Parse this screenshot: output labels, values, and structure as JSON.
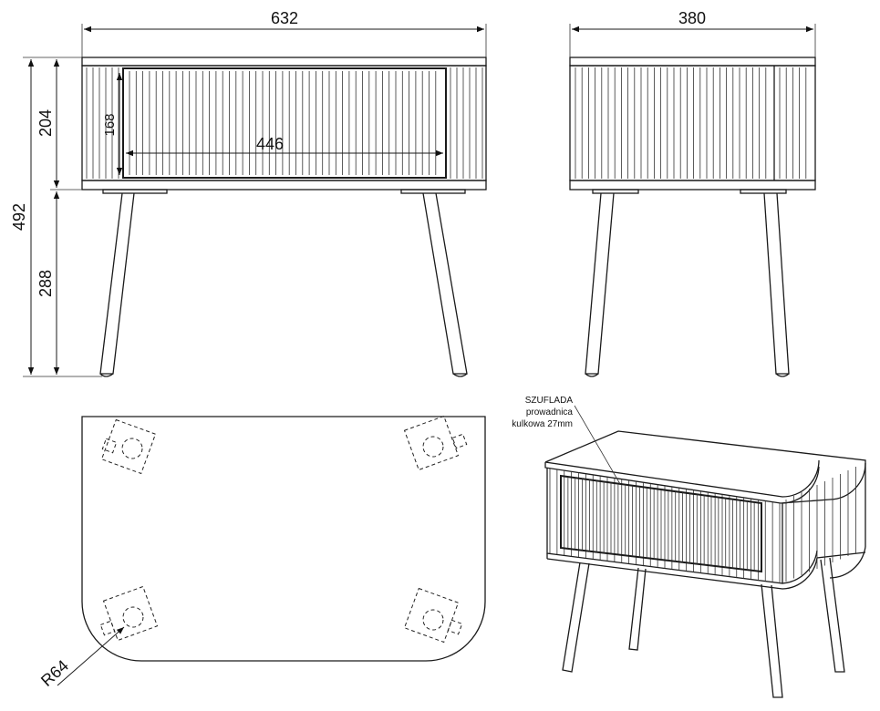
{
  "dimensions": {
    "width": "632",
    "depth": "380",
    "total_height": "492",
    "body_height": "204",
    "leg_height": "288",
    "drawer_height": "168",
    "drawer_width": "446",
    "corner_radius": "R64"
  },
  "callout": {
    "line1": "SZUFLADA",
    "line2": "prowadnica",
    "line3": "kulkowa 27mm"
  }
}
